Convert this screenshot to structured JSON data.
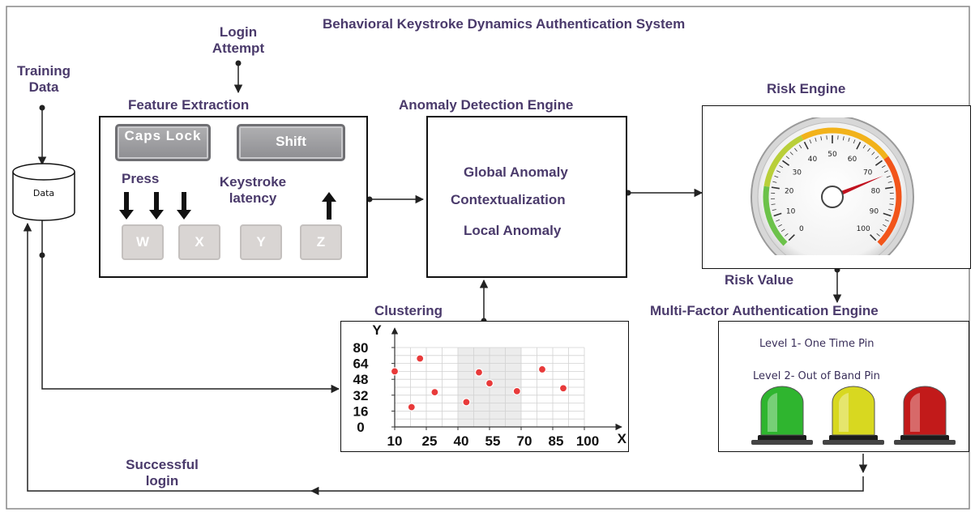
{
  "title": "Behavioral Keystroke Dynamics Authentication System",
  "login_attempt": [
    "Login",
    "Attempt"
  ],
  "training_data": [
    "Training",
    "Data"
  ],
  "data_store": {
    "label": "Data"
  },
  "feature_extraction": {
    "title": "Feature Extraction",
    "keys_top": [
      "Caps Lock",
      "Shift"
    ],
    "press_label": "Press",
    "latency_label": [
      "Keystroke",
      "latency"
    ],
    "keys_bottom": [
      "W",
      "X",
      "Y",
      "Z"
    ]
  },
  "anomaly_engine": {
    "title": "Anomaly Detection Engine",
    "lines": [
      "Global Anomaly",
      "Contextualization",
      "Local Anomaly"
    ]
  },
  "risk_engine": {
    "title": "Risk Engine",
    "gauge_ticks": [
      "0",
      "10",
      "20",
      "30",
      "40",
      "50",
      "60",
      "70",
      "80",
      "90",
      "100"
    ],
    "needle_value": 75
  },
  "risk_value": "Risk Value",
  "mfa": {
    "title": "Multi-Factor Authentication Engine",
    "levels": [
      "Level 1- One Time Pin",
      "Level 2- Out of Band Pin"
    ],
    "lights": [
      "#2fb52f",
      "#d8d820",
      "#c21a1a"
    ]
  },
  "clustering": {
    "title": "Clustering"
  },
  "successful_login": [
    "Successful",
    "login"
  ],
  "chart_data": {
    "type": "scatter",
    "title": "",
    "xlabel": "X",
    "ylabel": "Y",
    "xlim": [
      10,
      100
    ],
    "ylim": [
      0,
      80
    ],
    "xticks": [
      "10",
      "25",
      "40",
      "55",
      "70",
      "85",
      "100"
    ],
    "yticks": [
      "0",
      "16",
      "32",
      "48",
      "64",
      "80"
    ],
    "points": [
      {
        "x": 10,
        "y": 56
      },
      {
        "x": 18,
        "y": 20
      },
      {
        "x": 22,
        "y": 69
      },
      {
        "x": 29,
        "y": 35
      },
      {
        "x": 44,
        "y": 25
      },
      {
        "x": 50,
        "y": 55
      },
      {
        "x": 55,
        "y": 44
      },
      {
        "x": 68,
        "y": 36
      },
      {
        "x": 80,
        "y": 58
      },
      {
        "x": 90,
        "y": 39
      }
    ],
    "grid": true,
    "marker_color": "#e83a3a"
  }
}
